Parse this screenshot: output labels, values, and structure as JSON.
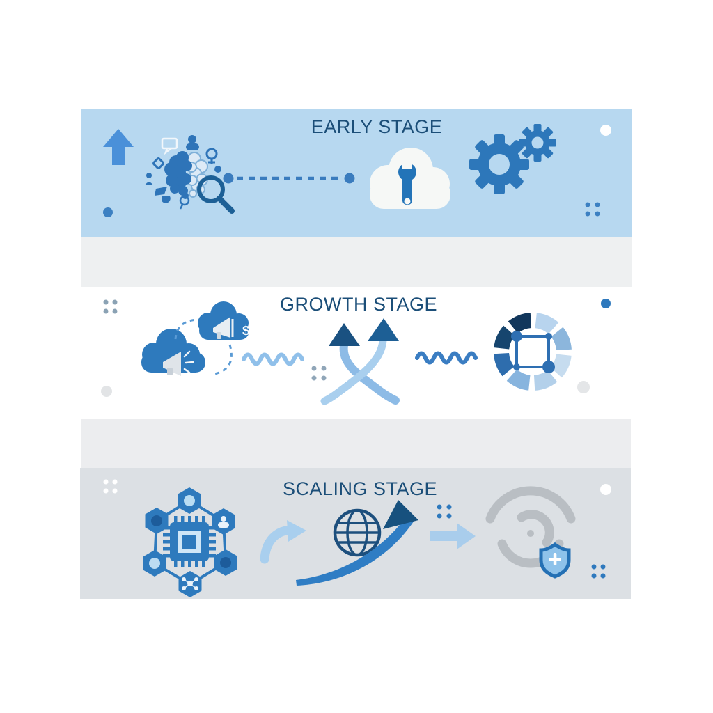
{
  "page": {
    "background": "#ffffff",
    "type": "startup-stages-infographic"
  },
  "stages": [
    {
      "id": "early",
      "label": "EARLY STAGE",
      "band_color": "#b7d8f0",
      "icons": [
        "arrow-up-icon",
        "brain-ideation-icon",
        "magnifier-icon",
        "speech-bubble-icon",
        "user-icon",
        "dashed-connector",
        "cloud-wrench-icon",
        "gears-icon",
        "dot-grid",
        "accent-dots"
      ]
    },
    {
      "id": "growth",
      "label": "GROWTH STAGE",
      "band_color": "#ffffff",
      "icons": [
        "cloud-megaphone-icon",
        "cloud-megaphone-dollar-icon",
        "dashed-connector",
        "wavy-line",
        "diverging-growth-arrows-icon",
        "wavy-line",
        "segmented-ring-network-icon",
        "dot-grid",
        "accent-dots"
      ]
    },
    {
      "id": "scaling",
      "label": "SCALING STAGE",
      "band_color": "#dce0e4",
      "icons": [
        "hexagon-network-chip-icon",
        "curved-arrow-icon",
        "globe-icon",
        "growth-swoosh-arrow-icon",
        "right-arrow-icon",
        "spiral-icon",
        "shield-plus-icon",
        "dot-grid",
        "accent-dots"
      ]
    }
  ],
  "symbols": {
    "dollar": "$"
  },
  "colors": {
    "title_text": "#1b4e78",
    "blue_primary": "#2e7abd",
    "blue_medium": "#4a90d5",
    "blue_light": "#a9cdec",
    "blue_pale": "#bedcf4",
    "navy": "#1d5080",
    "gray_icon": "#b9bec4",
    "band_early": "#b7d8f0",
    "strip_gray": "#eef0f1",
    "band_scaling": "#dce0e4",
    "white": "#ffffff"
  }
}
